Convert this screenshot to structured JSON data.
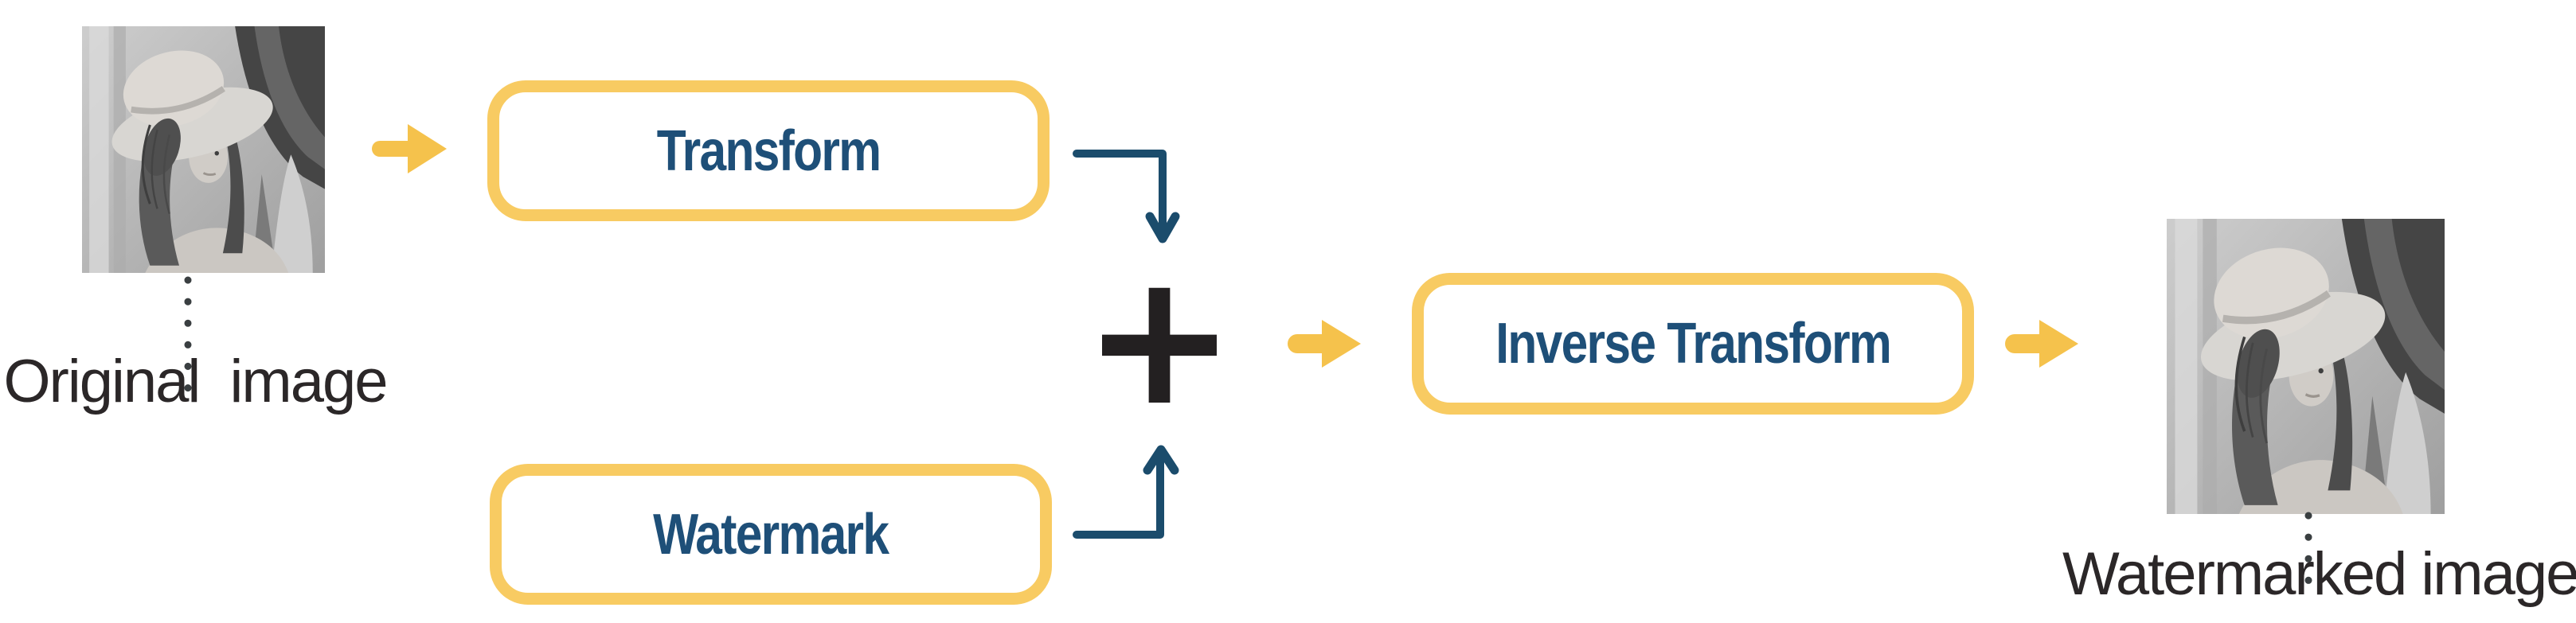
{
  "diagram": {
    "title": "watermark-embedding-flow",
    "images": [
      {
        "id": "original",
        "caption": "Original  image"
      },
      {
        "id": "watermarked",
        "caption": "Watermarked image"
      }
    ],
    "boxes": [
      {
        "id": "transform",
        "label": "Transform"
      },
      {
        "id": "watermark",
        "label": "Watermark"
      },
      {
        "id": "inverse-transform",
        "label": "Inverse Transform"
      }
    ],
    "operator": {
      "symbol": "+"
    },
    "icons": {
      "flow_arrows": "yellow-right-arrow",
      "merge_arrows": "navy-elbow-arrow",
      "photo_links": "dotted-vertical-line"
    },
    "colors": {
      "background": "#FFFFFF",
      "box_border_yellow": "#F8CB62",
      "arrow_yellow": "#F5C24C",
      "box_text_navy": "#1E4F78",
      "connector_navy": "#1B4C6C",
      "plus_ink": "#232021",
      "caption_ink": "#2B2728",
      "dotted_line": "#3A3F41"
    }
  }
}
